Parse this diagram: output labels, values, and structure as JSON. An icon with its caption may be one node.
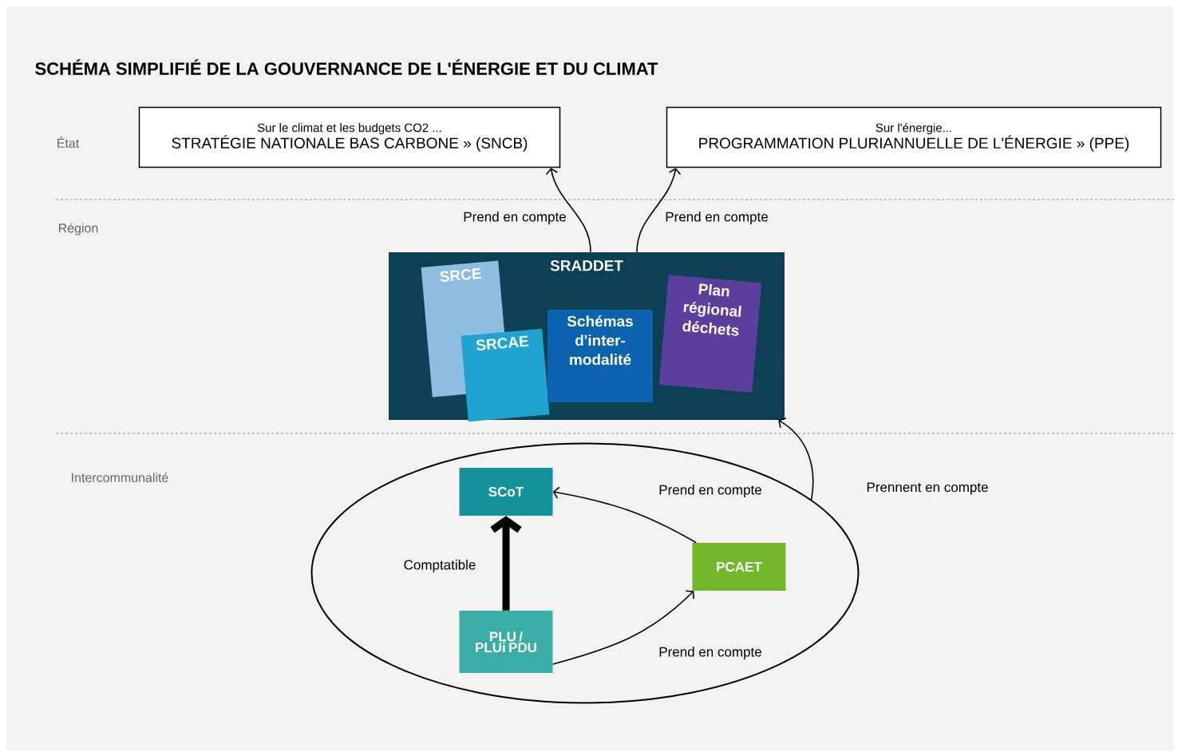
{
  "diagram": {
    "title": "SCHÉMA SIMPLIFIÉ DE LA GOUVERNANCE DE L'ÉNERGIE ET DU CLIMAT",
    "nodes": [
      {
        "text": [
          "Sur le climat et les budgets CO2 ...",
          "STRATÉGIE NATIONALE BAS CARBONE » (SNCB)"
        ]
      },
      {
        "text": [
          "Sur l'énergie...",
          "PROGRAMMATION PLURIANNUELLE DE L'ÉNERGIE » (PPE)"
        ]
      },
      {
        "text": [
          "SRADDET"
        ]
      },
      {
        "text": [
          "SRCE"
        ],
        "in": 2
      },
      {
        "text": [
          "SRCAE"
        ],
        "in": 2
      },
      {
        "text": [
          "Schémas d'inter-modalité"
        ],
        "in": 2
      },
      {
        "text": [
          "Plan régional déchets"
        ],
        "in": 2
      },
      {
        "text": [],
        "shape": "ellipse"
      },
      {
        "text": [
          "SCoT"
        ],
        "in": 7
      },
      {
        "text": [
          "PCAET"
        ],
        "in": 7
      },
      {
        "text": [
          "PLU / PLUi PDU"
        ],
        "in": 7
      }
    ],
    "edges": [
      {
        "from": 2,
        "to": 0,
        "arrow": "to",
        "label": "Prend en compte"
      },
      {
        "from": 2,
        "to": 1,
        "arrow": "to",
        "label": "Prend en compte"
      },
      {
        "from": 7,
        "to": 2,
        "arrow": "to",
        "label": "Prennent en compte"
      },
      {
        "from": 9,
        "to": 8,
        "arrow": "to",
        "label": "Prend en compte"
      },
      {
        "from": 10,
        "to": 8,
        "arrow": "to",
        "label": "Comptatible",
        "style": "thick"
      },
      {
        "from": 10,
        "to": 9,
        "arrow": "to",
        "label": "Prend en compte"
      }
    ],
    "labels": [
      "État",
      "Région",
      "Intercommunalité"
    ]
  }
}
